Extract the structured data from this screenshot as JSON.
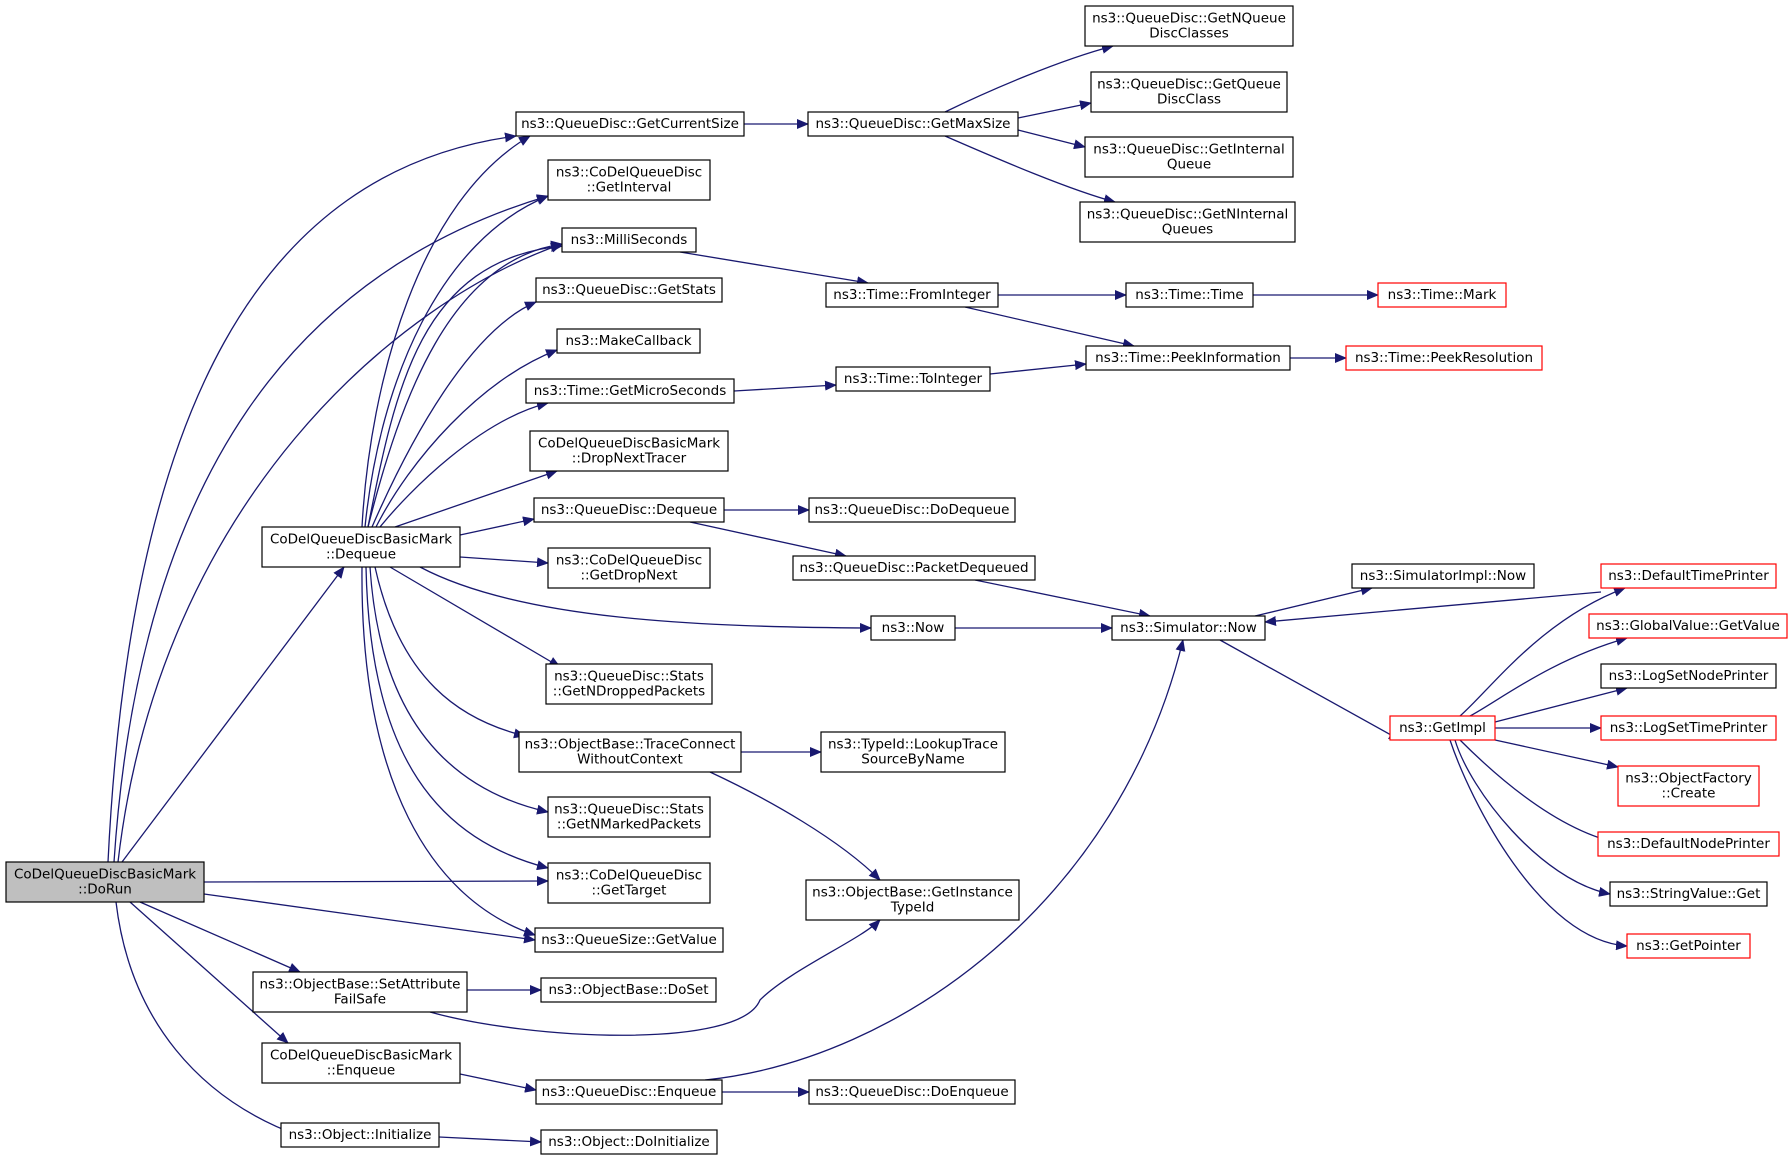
{
  "nodes": [
    {
      "id": "root",
      "lines": [
        "CoDelQueueDiscBasicMark",
        "::DoRun"
      ],
      "root": true
    },
    {
      "id": "getcursize",
      "lines": [
        "ns3::QueueDisc::GetCurrentSize"
      ]
    },
    {
      "id": "getmaxsize",
      "lines": [
        "ns3::QueueDisc::GetMaxSize"
      ]
    },
    {
      "id": "getnqdc",
      "lines": [
        "ns3::QueueDisc::GetNQueue",
        "DiscClasses"
      ]
    },
    {
      "id": "getqdc",
      "lines": [
        "ns3::QueueDisc::GetQueue",
        "DiscClass"
      ]
    },
    {
      "id": "getintq",
      "lines": [
        "ns3::QueueDisc::GetInternal",
        "Queue"
      ]
    },
    {
      "id": "getnintq",
      "lines": [
        "ns3::QueueDisc::GetNInternal",
        "Queues"
      ]
    },
    {
      "id": "getinterval",
      "lines": [
        "ns3::CoDelQueueDisc",
        "::GetInterval"
      ]
    },
    {
      "id": "millis",
      "lines": [
        "ns3::MilliSeconds"
      ]
    },
    {
      "id": "getstats",
      "lines": [
        "ns3::QueueDisc::GetStats"
      ]
    },
    {
      "id": "makecb",
      "lines": [
        "ns3::MakeCallback"
      ]
    },
    {
      "id": "getmicro",
      "lines": [
        "ns3::Time::GetMicroSeconds"
      ]
    },
    {
      "id": "dropnext",
      "lines": [
        "CoDelQueueDiscBasicMark",
        "::DropNextTracer"
      ]
    },
    {
      "id": "dequeue",
      "lines": [
        "CoDelQueueDiscBasicMark",
        "::Dequeue"
      ]
    },
    {
      "id": "qddequeue",
      "lines": [
        "ns3::QueueDisc::Dequeue"
      ]
    },
    {
      "id": "getdropnext",
      "lines": [
        "ns3::CoDelQueueDisc",
        "::GetDropNext"
      ]
    },
    {
      "id": "now",
      "lines": [
        "ns3::Now"
      ]
    },
    {
      "id": "getndropped",
      "lines": [
        "ns3::QueueDisc::Stats",
        "::GetNDroppedPackets"
      ]
    },
    {
      "id": "traceconnect",
      "lines": [
        "ns3::ObjectBase::TraceConnect",
        "WithoutContext"
      ]
    },
    {
      "id": "getnmarked",
      "lines": [
        "ns3::QueueDisc::Stats",
        "::GetNMarkedPackets"
      ]
    },
    {
      "id": "gettarget",
      "lines": [
        "ns3::CoDelQueueDisc",
        "::GetTarget"
      ]
    },
    {
      "id": "qsgetvalue",
      "lines": [
        "ns3::QueueSize::GetValue"
      ]
    },
    {
      "id": "setattr",
      "lines": [
        "ns3::ObjectBase::SetAttribute",
        "FailSafe"
      ]
    },
    {
      "id": "doset",
      "lines": [
        "ns3::ObjectBase::DoSet"
      ]
    },
    {
      "id": "enqueue",
      "lines": [
        "CoDelQueueDiscBasicMark",
        "::Enqueue"
      ]
    },
    {
      "id": "qdenqueue",
      "lines": [
        "ns3::QueueDisc::Enqueue"
      ]
    },
    {
      "id": "doenqueue",
      "lines": [
        "ns3::QueueDisc::DoEnqueue"
      ]
    },
    {
      "id": "objinit",
      "lines": [
        "ns3::Object::Initialize"
      ]
    },
    {
      "id": "doinit",
      "lines": [
        "ns3::Object::DoInitialize"
      ]
    },
    {
      "id": "fromint",
      "lines": [
        "ns3::Time::FromInteger"
      ]
    },
    {
      "id": "timetime",
      "lines": [
        "ns3::Time::Time"
      ]
    },
    {
      "id": "timemark",
      "lines": [
        "ns3::Time::Mark"
      ],
      "red": true
    },
    {
      "id": "peekinfo",
      "lines": [
        "ns3::Time::PeekInformation"
      ]
    },
    {
      "id": "peekres",
      "lines": [
        "ns3::Time::PeekResolution"
      ],
      "red": true
    },
    {
      "id": "toint",
      "lines": [
        "ns3::Time::ToInteger"
      ]
    },
    {
      "id": "dodequeue",
      "lines": [
        "ns3::QueueDisc::DoDequeue"
      ]
    },
    {
      "id": "pktdeq",
      "lines": [
        "ns3::QueueDisc::PacketDequeued"
      ]
    },
    {
      "id": "simnow",
      "lines": [
        "ns3::Simulator::Now"
      ]
    },
    {
      "id": "simimplnow",
      "lines": [
        "ns3::SimulatorImpl::Now"
      ]
    },
    {
      "id": "lookuptrace",
      "lines": [
        "ns3::TypeId::LookupTrace",
        "SourceByName"
      ]
    },
    {
      "id": "getinsttype",
      "lines": [
        "ns3::ObjectBase::GetInstance",
        "TypeId"
      ]
    },
    {
      "id": "getimpl",
      "lines": [
        "ns3::GetImpl"
      ],
      "red": true
    },
    {
      "id": "deftimeprinter",
      "lines": [
        "ns3::DefaultTimePrinter"
      ],
      "red": true
    },
    {
      "id": "gvgetvalue",
      "lines": [
        "ns3::GlobalValue::GetValue"
      ],
      "red": true
    },
    {
      "id": "logsetnode",
      "lines": [
        "ns3::LogSetNodePrinter"
      ]
    },
    {
      "id": "logsettime",
      "lines": [
        "ns3::LogSetTimePrinter"
      ],
      "red": true
    },
    {
      "id": "objfactory",
      "lines": [
        "ns3::ObjectFactory",
        "::Create"
      ],
      "red": true
    },
    {
      "id": "defnodeprinter",
      "lines": [
        "ns3::DefaultNodePrinter"
      ],
      "red": true
    },
    {
      "id": "stringvalget",
      "lines": [
        "ns3::StringValue::Get"
      ]
    },
    {
      "id": "getpointer",
      "lines": [
        "ns3::GetPointer"
      ],
      "red": true
    }
  ]
}
